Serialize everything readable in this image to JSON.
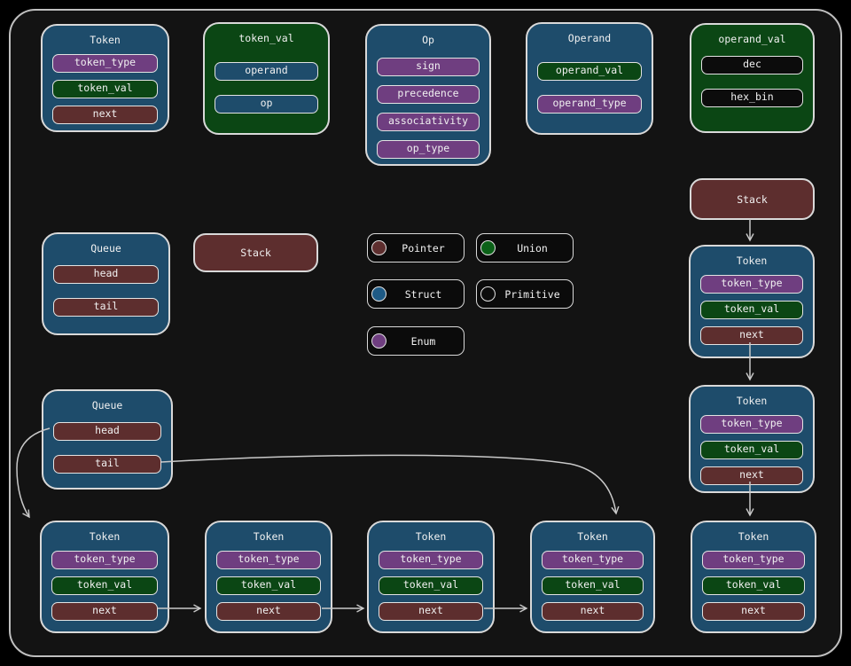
{
  "colors": {
    "panel_background": "#131313",
    "panel_border": "#bfbfbf",
    "arrow": "#c9c9c9",
    "text": "#f1f1f1",
    "type_struct": "#1e4c6b",
    "type_enum": "#6f3e80",
    "type_union": "#0b4614",
    "type_pointer": "#5d2e2e",
    "type_primitive": "#0c0c0c"
  },
  "defs": {
    "token": {
      "title": "Token",
      "fields": [
        {
          "label": "token_type",
          "type": "enum"
        },
        {
          "label": "token_val",
          "type": "union"
        },
        {
          "label": "next",
          "type": "pointer"
        }
      ]
    },
    "token_val": {
      "title": "token_val",
      "fields": [
        {
          "label": "operand",
          "type": "struct"
        },
        {
          "label": "op",
          "type": "struct"
        }
      ]
    },
    "op": {
      "title": "Op",
      "fields": [
        {
          "label": "sign",
          "type": "enum"
        },
        {
          "label": "precedence",
          "type": "enum"
        },
        {
          "label": "associativity",
          "type": "enum"
        },
        {
          "label": "op_type",
          "type": "enum"
        }
      ]
    },
    "operand": {
      "title": "Operand",
      "fields": [
        {
          "label": "operand_val",
          "type": "union"
        },
        {
          "label": "operand_type",
          "type": "enum"
        }
      ]
    },
    "operand_val": {
      "title": "operand_val",
      "fields": [
        {
          "label": "dec",
          "type": "primitive"
        },
        {
          "label": "hex_bin",
          "type": "primitive"
        }
      ]
    },
    "queue": {
      "title": "Queue",
      "fields": [
        {
          "label": "head",
          "type": "pointer"
        },
        {
          "label": "tail",
          "type": "pointer"
        }
      ]
    },
    "stack": {
      "title": "Stack"
    }
  },
  "legend": {
    "items": [
      {
        "label": "Pointer",
        "type": "pointer"
      },
      {
        "label": "Union",
        "type": "union"
      },
      {
        "label": "Struct",
        "type": "struct"
      },
      {
        "label": "Primitive",
        "type": "primitive"
      },
      {
        "label": "Enum",
        "type": "enum"
      }
    ]
  },
  "edges": [
    {
      "from": "stack-right",
      "to": "token-right-1"
    },
    {
      "from": "token-right-1.next",
      "to": "token-right-2"
    },
    {
      "from": "token-right-2.next",
      "to": "token-right-3"
    },
    {
      "from": "queue-instance.head",
      "to": "token-bottom-1"
    },
    {
      "from": "queue-instance.tail",
      "to": "token-bottom-4"
    },
    {
      "from": "token-bottom-1.next",
      "to": "token-bottom-2"
    },
    {
      "from": "token-bottom-2.next",
      "to": "token-bottom-3"
    },
    {
      "from": "token-bottom-3.next",
      "to": "token-bottom-4"
    }
  ]
}
